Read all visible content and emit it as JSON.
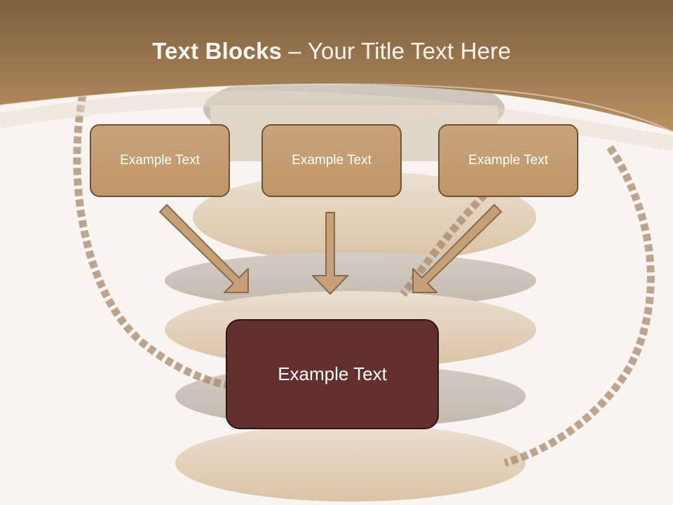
{
  "title": {
    "bold": "Text Blocks",
    "dash": " – ",
    "rest": "Your Title Text Here"
  },
  "blocks": {
    "left": "Example Text",
    "middle": "Example Text",
    "right": "Example Text",
    "bottom": "Example Text"
  },
  "colors": {
    "header_band": "#a27a4f",
    "small_box_fill": "#c4a074",
    "small_box_border": "#6e5433",
    "big_box_fill": "#642f2f",
    "arrow_fill": "#c6a077",
    "background": "#f7f4f1"
  }
}
